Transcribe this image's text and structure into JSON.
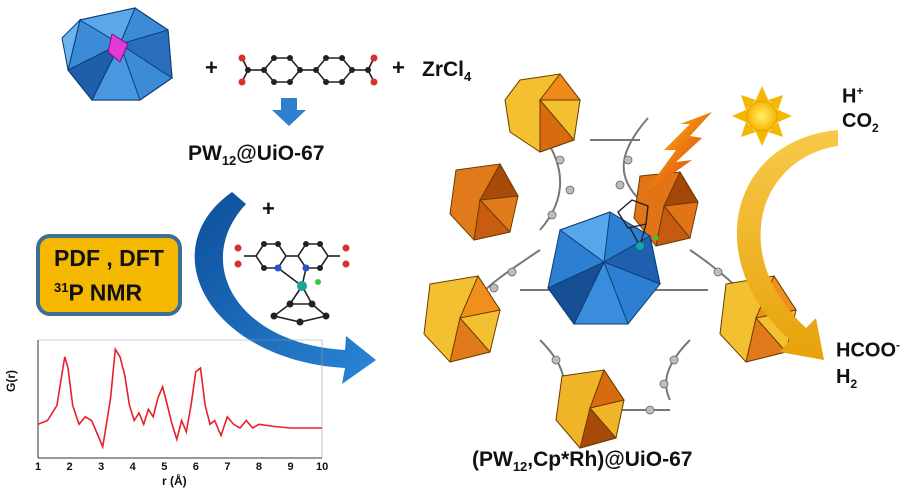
{
  "reagents": {
    "plus": "+",
    "zr_pre": "ZrCl",
    "zr_sub": "4"
  },
  "intermediate": {
    "pre": "PW",
    "sub": "12",
    "post": "@UiO-67"
  },
  "second_plus": "+",
  "methods": {
    "line1": "PDF , DFT",
    "line2_sup": "31",
    "line2": "P NMR"
  },
  "product": {
    "pre": "(PW",
    "sub": "12",
    "post": ",Cp*Rh)@UiO-67"
  },
  "reactants_right": {
    "h_plus_pre": "H",
    "h_plus_sup": "+",
    "co2_pre": "CO",
    "co2_sub": "2"
  },
  "products_right": {
    "hcoo_pre": "HCOO",
    "hcoo_sup": "-",
    "h2_pre": "H",
    "h2_sub": "2"
  },
  "chart_data": {
    "type": "line",
    "xlabel": "r (Å)",
    "ylabel": "G(r)",
    "xlim": [
      1,
      10
    ],
    "xticks": [
      "1",
      "2",
      "3",
      "4",
      "5",
      "6",
      "7",
      "8",
      "9",
      "10"
    ],
    "series": [
      {
        "color": "#e8202a",
        "x": [
          1.0,
          1.3,
          1.6,
          1.75,
          1.85,
          1.95,
          2.1,
          2.3,
          2.5,
          2.7,
          2.9,
          3.05,
          3.15,
          3.3,
          3.45,
          3.6,
          3.75,
          3.9,
          4.05,
          4.2,
          4.35,
          4.5,
          4.65,
          4.8,
          4.95,
          5.1,
          5.25,
          5.4,
          5.55,
          5.7,
          5.85,
          6.0,
          6.15,
          6.3,
          6.45,
          6.6,
          6.8,
          7.0,
          7.2,
          7.4,
          7.6,
          7.8,
          8.0,
          8.5,
          9.0,
          9.5,
          10.0
        ],
        "y": [
          0.05,
          0.1,
          0.3,
          0.7,
          0.95,
          0.8,
          0.3,
          0.05,
          0.15,
          0.1,
          -0.1,
          -0.25,
          0.0,
          0.4,
          1.05,
          0.95,
          0.7,
          0.3,
          0.1,
          0.2,
          0.05,
          0.25,
          0.15,
          0.4,
          0.55,
          0.3,
          0.05,
          -0.15,
          0.1,
          -0.05,
          0.3,
          0.75,
          0.8,
          0.3,
          0.05,
          0.1,
          -0.1,
          0.15,
          0.05,
          0.0,
          0.1,
          0.0,
          0.05,
          0.02,
          0.0,
          0.0,
          0.0
        ]
      }
    ]
  }
}
